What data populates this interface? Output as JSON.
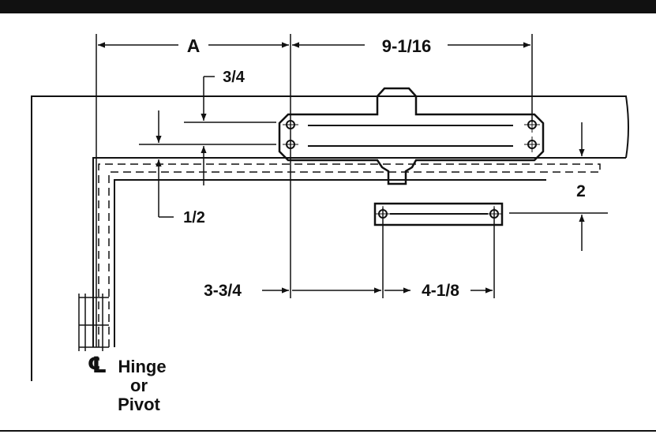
{
  "colors": {
    "ink": "#111111",
    "paper": "#ffffff"
  },
  "labels": {
    "dim_a": "A",
    "dim_9_1_16": "9-1/16",
    "dim_3_4": "3/4",
    "dim_1_2": "1/2",
    "dim_2": "2",
    "dim_3_3_4": "3-3/4",
    "dim_4_1_8": "4-1/8",
    "centerline_symbol": "℄",
    "hinge": "Hinge",
    "or": "or",
    "pivot": "Pivot"
  }
}
